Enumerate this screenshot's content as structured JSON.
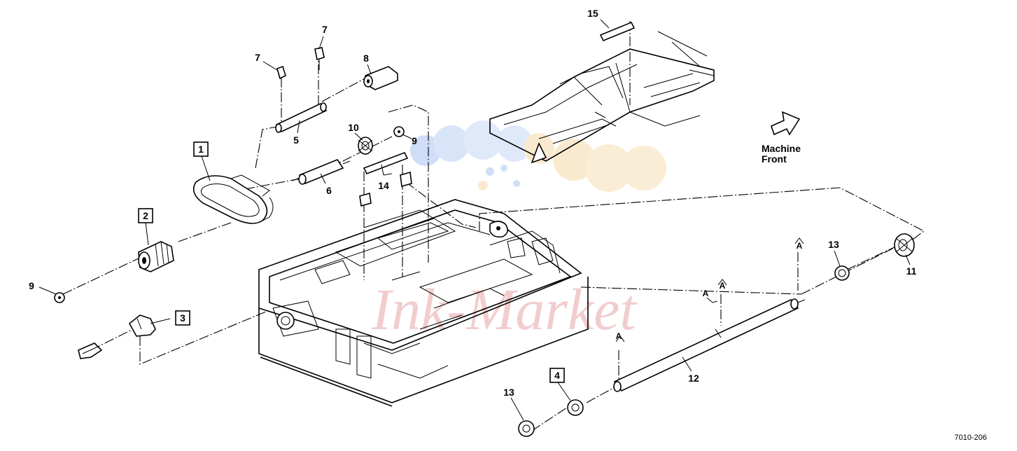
{
  "diagram": {
    "callouts": {
      "c1": "1",
      "c2": "2",
      "c3": "3",
      "c4": "4",
      "c5": "5",
      "c6": "6",
      "c7a": "7",
      "c7b": "7",
      "c8": "8",
      "c9a": "9",
      "c9b": "9",
      "c10": "10",
      "c11": "11",
      "c12": "12",
      "c13a": "13",
      "c13b": "13",
      "c14": "14",
      "c15": "15",
      "a1": "A",
      "a2": "A",
      "a3": "A",
      "a4": "A"
    },
    "orientation": {
      "line1": "Machine",
      "line2": "Front"
    },
    "figure_ref": "7010-206",
    "watermark": "Ink-Market",
    "colors": {
      "line": "#000000",
      "watermark_blue": "#a9c4f0",
      "watermark_orange": "#f5d9a8",
      "watermark_red": "#e8a5a5"
    }
  }
}
